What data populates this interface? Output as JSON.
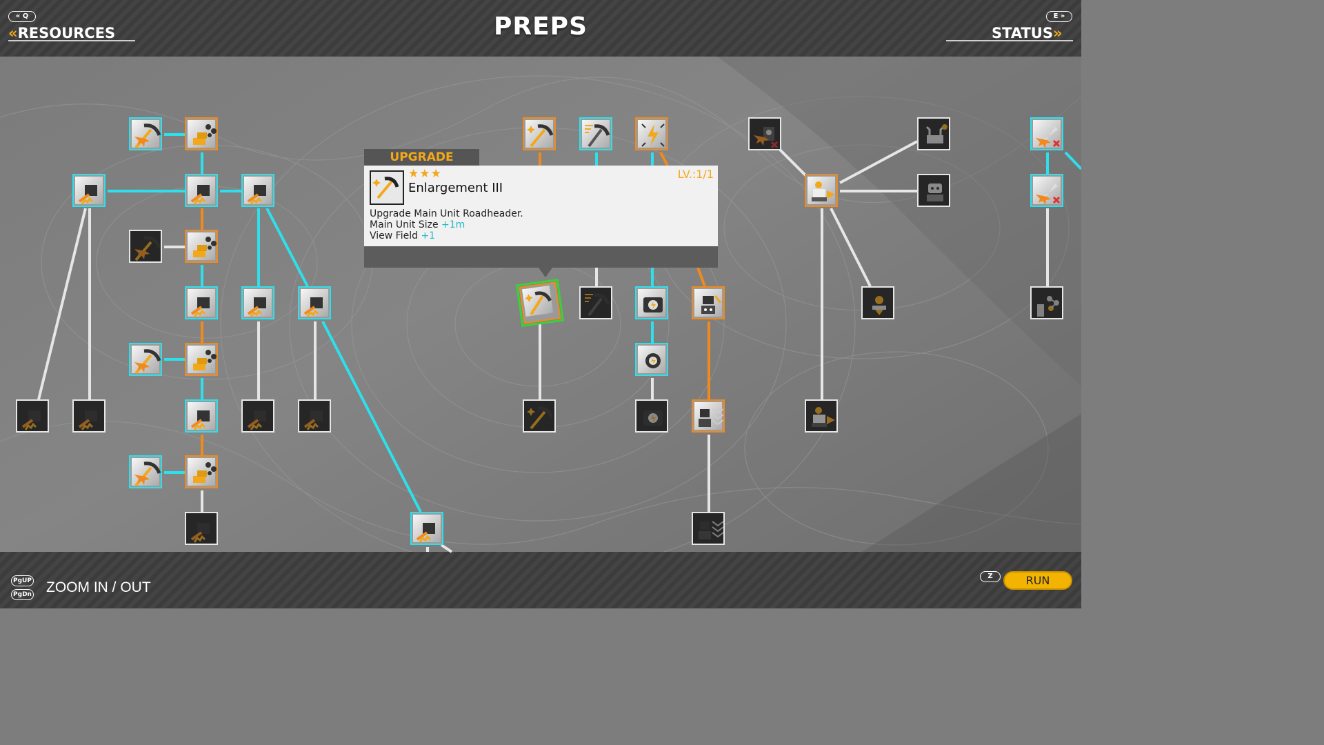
{
  "header": {
    "title": "PREPS",
    "left_nav": {
      "label": "RESOURCES",
      "key": "Q",
      "key_prefix": "«"
    },
    "right_nav": {
      "label": "STATUS",
      "key": "E",
      "key_suffix": "»"
    }
  },
  "tooltip": {
    "tab": "UPGRADE",
    "stars": "★★★",
    "name": "Enlargement III",
    "level": "LV.:1/1",
    "description": "Upgrade Main Unit Roadheader.",
    "stats": [
      {
        "label": "Main Unit Size",
        "value": "+1m"
      },
      {
        "label": "View Field",
        "value": "+1"
      }
    ]
  },
  "footer": {
    "zoom_keys": [
      "PgUP",
      "PgDn"
    ],
    "zoom_label": "ZOOM IN / OUT",
    "run_key": "Z",
    "run_label": "RUN"
  },
  "colors": {
    "accent": "#f2a81a",
    "cyan_link": "#2de0ec",
    "orange_link": "#f08a1c",
    "white_link": "#e6e6e6",
    "selected_outline": "#38d338",
    "run_button": "#f2b400"
  },
  "skill_tree": {
    "nodes": [
      {
        "id": "a1",
        "icon": "pickaxe-explosion-icon",
        "state": "unlocked-cyan"
      },
      {
        "id": "a2",
        "icon": "ore-transform-icon",
        "state": "unlocked-orange"
      },
      {
        "id": "a3",
        "icon": "drill-upgrade-icon",
        "state": "unlocked-cyan"
      },
      {
        "id": "a4",
        "icon": "drill-upgrade-icon",
        "state": "unlocked-cyan"
      },
      {
        "id": "a5",
        "icon": "drill-upgrade-icon",
        "state": "unlocked-cyan"
      },
      {
        "id": "a6",
        "icon": "pickaxe-explosion-icon",
        "state": "locked"
      },
      {
        "id": "a7",
        "icon": "ore-transform-icon",
        "state": "unlocked-orange"
      },
      {
        "id": "a8",
        "icon": "drill-upgrade-icon",
        "state": "unlocked-cyan"
      },
      {
        "id": "a9",
        "icon": "drill-upgrade-icon",
        "state": "unlocked-cyan"
      },
      {
        "id": "a10",
        "icon": "drill-upgrade-icon",
        "state": "unlocked-cyan"
      },
      {
        "id": "a11",
        "icon": "pickaxe-explosion-icon",
        "state": "unlocked-cyan"
      },
      {
        "id": "a12",
        "icon": "ore-transform-icon",
        "state": "unlocked-orange"
      },
      {
        "id": "a13",
        "icon": "drill-upgrade-icon",
        "state": "locked"
      },
      {
        "id": "a14",
        "icon": "drill-upgrade-icon",
        "state": "locked"
      },
      {
        "id": "a15",
        "icon": "drill-upgrade-icon",
        "state": "unlocked-cyan"
      },
      {
        "id": "a16",
        "icon": "drill-upgrade-icon",
        "state": "locked"
      },
      {
        "id": "a17",
        "icon": "drill-upgrade-icon",
        "state": "locked"
      },
      {
        "id": "a18",
        "icon": "pickaxe-explosion-icon",
        "state": "unlocked-cyan"
      },
      {
        "id": "a19",
        "icon": "ore-transform-icon",
        "state": "unlocked-orange"
      },
      {
        "id": "a20",
        "icon": "drill-upgrade-icon",
        "state": "locked"
      },
      {
        "id": "a21",
        "icon": "drill-upgrade-icon",
        "state": "unlocked-cyan"
      },
      {
        "id": "b1",
        "icon": "pickaxe-sparkle-icon",
        "state": "unlocked-orange"
      },
      {
        "id": "b2",
        "icon": "pickaxe-speed-icon",
        "state": "unlocked-cyan"
      },
      {
        "id": "b3",
        "icon": "energy-burst-icon",
        "state": "unlocked-orange"
      },
      {
        "id": "b4",
        "icon": "pickaxe-sparkle-icon",
        "state": "selected"
      },
      {
        "id": "b5",
        "icon": "pickaxe-speed-icon",
        "state": "locked"
      },
      {
        "id": "b6",
        "icon": "battery-icon",
        "state": "unlocked-cyan"
      },
      {
        "id": "b7",
        "icon": "robot-drill-icon",
        "state": "unlocked-orange"
      },
      {
        "id": "b8",
        "icon": "gear-energy-icon",
        "state": "unlocked-cyan"
      },
      {
        "id": "b9",
        "icon": "pickaxe-sparkle-icon",
        "state": "locked"
      },
      {
        "id": "b10",
        "icon": "battery-icon",
        "state": "locked"
      },
      {
        "id": "b11",
        "icon": "robot-armor-icon",
        "state": "unlocked-orange"
      },
      {
        "id": "b12",
        "icon": "robot-armor-icon",
        "state": "locked"
      },
      {
        "id": "c1",
        "icon": "robot-explosion-icon",
        "state": "locked"
      },
      {
        "id": "c2",
        "icon": "drill-robot-icon",
        "state": "unlocked-orange"
      },
      {
        "id": "c3",
        "icon": "claw-robot-icon",
        "state": "locked"
      },
      {
        "id": "c4",
        "icon": "robot-head-icon",
        "state": "locked"
      },
      {
        "id": "c5",
        "icon": "beacon-icon",
        "state": "locked"
      },
      {
        "id": "c6",
        "icon": "drill-robot-icon",
        "state": "locked"
      },
      {
        "id": "d1",
        "icon": "missile-cancel-icon",
        "state": "unlocked-cyan"
      },
      {
        "id": "d2",
        "icon": "missile-cancel-icon",
        "state": "unlocked-cyan"
      },
      {
        "id": "d3",
        "icon": "molecule-tank-icon",
        "state": "locked"
      }
    ]
  }
}
